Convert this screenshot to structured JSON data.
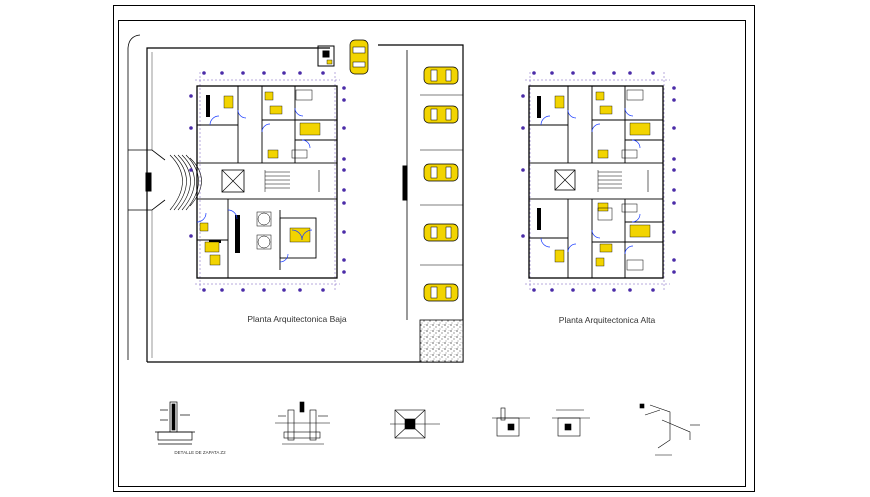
{
  "sheet": {
    "plan_lower_title": "Planta Arquitectonica Baja",
    "plan_upper_title": "Planta Arquitectonica Alta",
    "detail_footing_label": "DETALLE DE ZAPATA Z2"
  },
  "colors": {
    "line": "#000000",
    "door_swing": "#1a3cff",
    "furniture": "#f2d400",
    "grid_axis": "#4b2ca8",
    "label_text": "#333333"
  }
}
